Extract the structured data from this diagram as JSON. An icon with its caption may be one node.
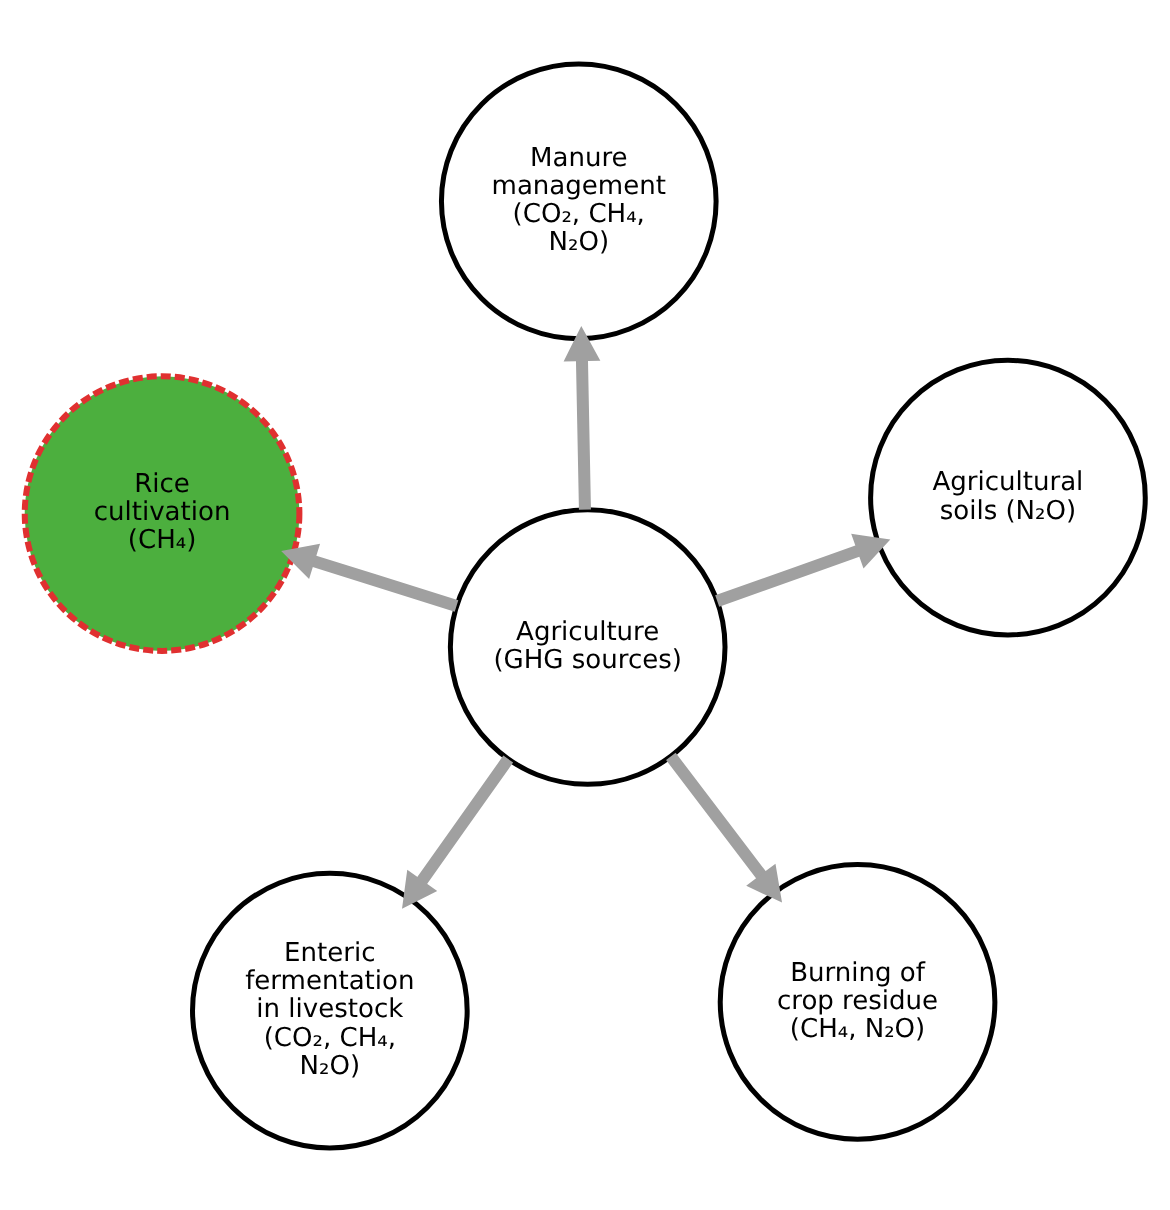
{
  "diagram": {
    "nodes": [
      {
        "text": [
          "Enteric fermentation in livestock (CO₂, CH₄, N₂O)"
        ]
      },
      {
        "text": [
          "Burning of crop residue (CH₄, N₂O)"
        ]
      },
      {
        "text": [
          "Agriculture",
          "(GHG sources)"
        ]
      },
      {
        "text": [
          "Manure management (CO₂, CH₄, N₂O)"
        ]
      },
      {
        "text": [
          "Agricultural soils (N₂O)"
        ]
      },
      {
        "text": [
          "Rice cultivation (CH₄)"
        ]
      }
    ],
    "edges": [
      {
        "from": 2,
        "to": 0,
        "arrow": "to"
      },
      {
        "from": 2,
        "to": 1,
        "arrow": "to"
      },
      {
        "from": 2,
        "to": 3,
        "arrow": "to"
      },
      {
        "from": 2,
        "to": 4,
        "arrow": "to"
      },
      {
        "from": 2,
        "to": 5,
        "arrow": "to"
      }
    ]
  }
}
